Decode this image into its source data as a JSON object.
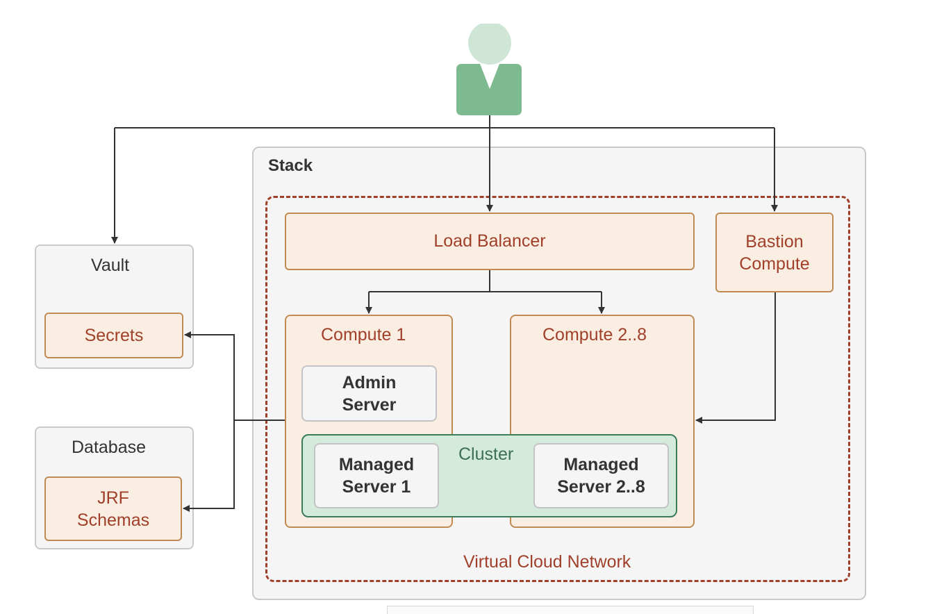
{
  "diagram": {
    "stack_title": "Stack",
    "vcn_label": "Virtual Cloud Network",
    "load_balancer": "Load Balancer",
    "bastion_line1": "Bastion",
    "bastion_line2": "Compute",
    "compute1_title": "Compute 1",
    "compute28_title": "Compute 2..8",
    "admin_line1": "Admin",
    "admin_line2": "Server",
    "cluster_label": "Cluster",
    "managed1_line1": "Managed",
    "managed1_line2": "Server 1",
    "managed28_line1": "Managed",
    "managed28_line2": "Server 2..8",
    "vault_title": "Vault",
    "secrets": "Secrets",
    "database_title": "Database",
    "jrf_line1": "JRF",
    "jrf_line2": "Schemas"
  },
  "colors": {
    "user_icon": "#7dba8f",
    "user_head": "#cfe6d7",
    "vcn_border": "#a1402a",
    "cluster_fill": "#d4eadb",
    "cluster_border": "#3b7a5b",
    "peach_fill": "#f9eee1",
    "peach_border": "#c08a52",
    "connector": "#333333"
  }
}
